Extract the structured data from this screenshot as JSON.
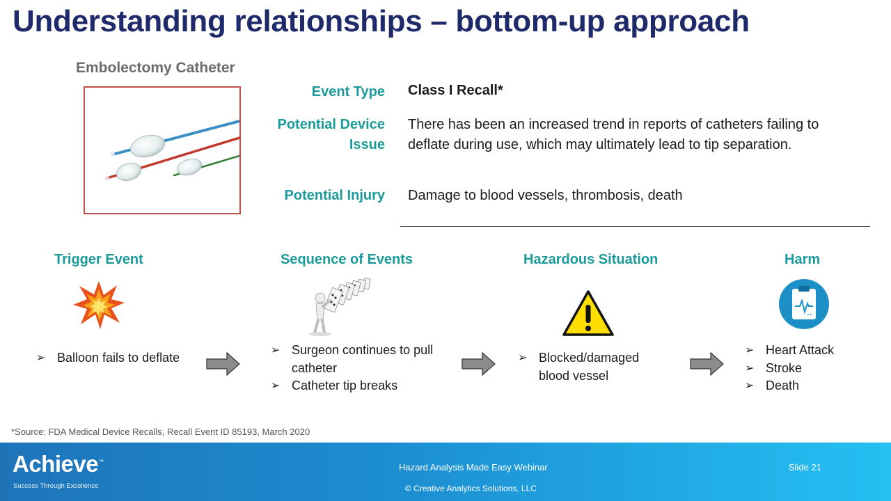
{
  "slide": {
    "title": "Understanding relationships – bottom-up approach",
    "image_label": "Embolectomy Catheter"
  },
  "info": [
    {
      "label": "Event Type",
      "value": "Class I Recall*"
    },
    {
      "label": "Potential Device Issue",
      "value": "There has been an increased trend in reports of catheters failing to deflate during use, which may ultimately lead to tip separation."
    },
    {
      "label": "Potential Injury",
      "value": "Damage to blood vessels, thrombosis, death"
    }
  ],
  "flow": [
    {
      "heading": "Trigger Event",
      "icon": "explosion-icon",
      "bullets": [
        "Balloon fails to deflate"
      ]
    },
    {
      "heading": "Sequence of Events",
      "icon": "dominoes-icon",
      "bullets": [
        "Surgeon continues to pull catheter",
        "Catheter tip breaks"
      ]
    },
    {
      "heading": "Hazardous Situation",
      "icon": "warning-icon",
      "bullets": [
        "Blocked/damaged blood vessel"
      ]
    },
    {
      "heading": "Harm",
      "icon": "medical-clipboard-icon",
      "bullets": [
        "Heart Attack",
        "Stroke",
        "Death"
      ]
    }
  ],
  "source_note": "*Source: FDA Medical Device Recalls, Recall Event ID 85193, March 2020",
  "footer": {
    "logo": "Achieve",
    "logo_tm": "™",
    "tagline": "Success Through Excellence",
    "webinar": "Hazard Analysis Made Easy Webinar",
    "copyright": "© Creative Analytics Solutions, LLC",
    "slide_number": "Slide 21"
  },
  "colors": {
    "title": "#1f2a6b",
    "accent_teal": "#1a9a9a",
    "image_border": "#c0504d",
    "footer_left": "#1f74b8",
    "footer_right": "#25c0f2"
  }
}
